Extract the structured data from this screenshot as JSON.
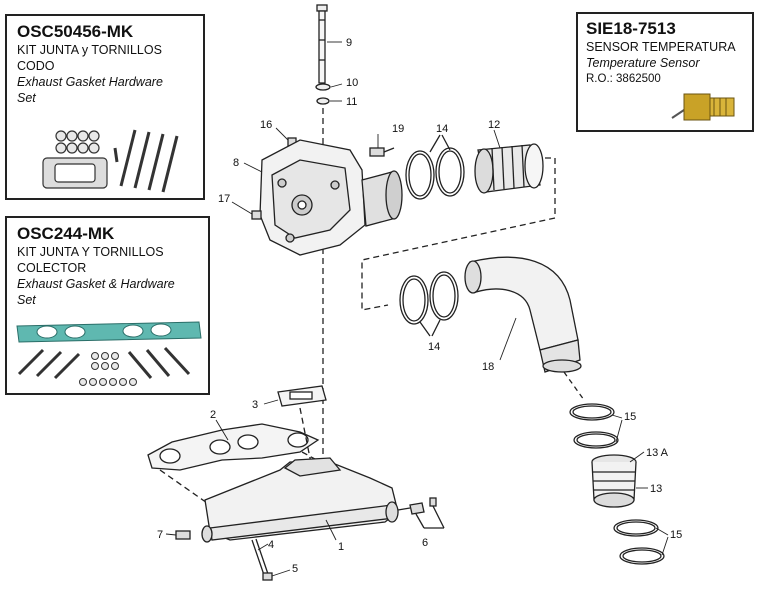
{
  "kits": [
    {
      "code": "OSC50456-MK",
      "es_line1": "KIT JUNTA y TORNILLOS",
      "es_line2": "CODO",
      "en_line1": "Exhaust Gasket Hardware",
      "en_line2": "Set"
    },
    {
      "code": "OSC244-MK",
      "es_line1": "KIT JUNTA Y TORNILLOS",
      "es_line2": "COLECTOR",
      "en_line1": "Exhaust Gasket & Hardware",
      "en_line2": "Set"
    }
  ],
  "sensor": {
    "code": "SIE18-7513",
    "es_label": "SENSOR TEMPERATURA",
    "en_label": "Temperature Sensor",
    "ro": "R.O.: 3862500"
  },
  "callouts": {
    "c1": "1",
    "c2": "2",
    "c3": "3",
    "c4": "4",
    "c5": "5",
    "c6": "6",
    "c7": "7",
    "c8": "8",
    "c9": "9",
    "c10": "10",
    "c11": "11",
    "c12": "12",
    "c13": "13",
    "c13a": "13 A",
    "c14a": "14",
    "c14b": "14",
    "c15a": "15",
    "c15b": "15",
    "c16": "16",
    "c17": "17",
    "c18": "18",
    "c19": "19"
  },
  "colors": {
    "gasket_teal": "#5fb8b0",
    "sensor_brass": "#c9a227",
    "part_fill": "#f2f2f2",
    "line": "#222222"
  }
}
